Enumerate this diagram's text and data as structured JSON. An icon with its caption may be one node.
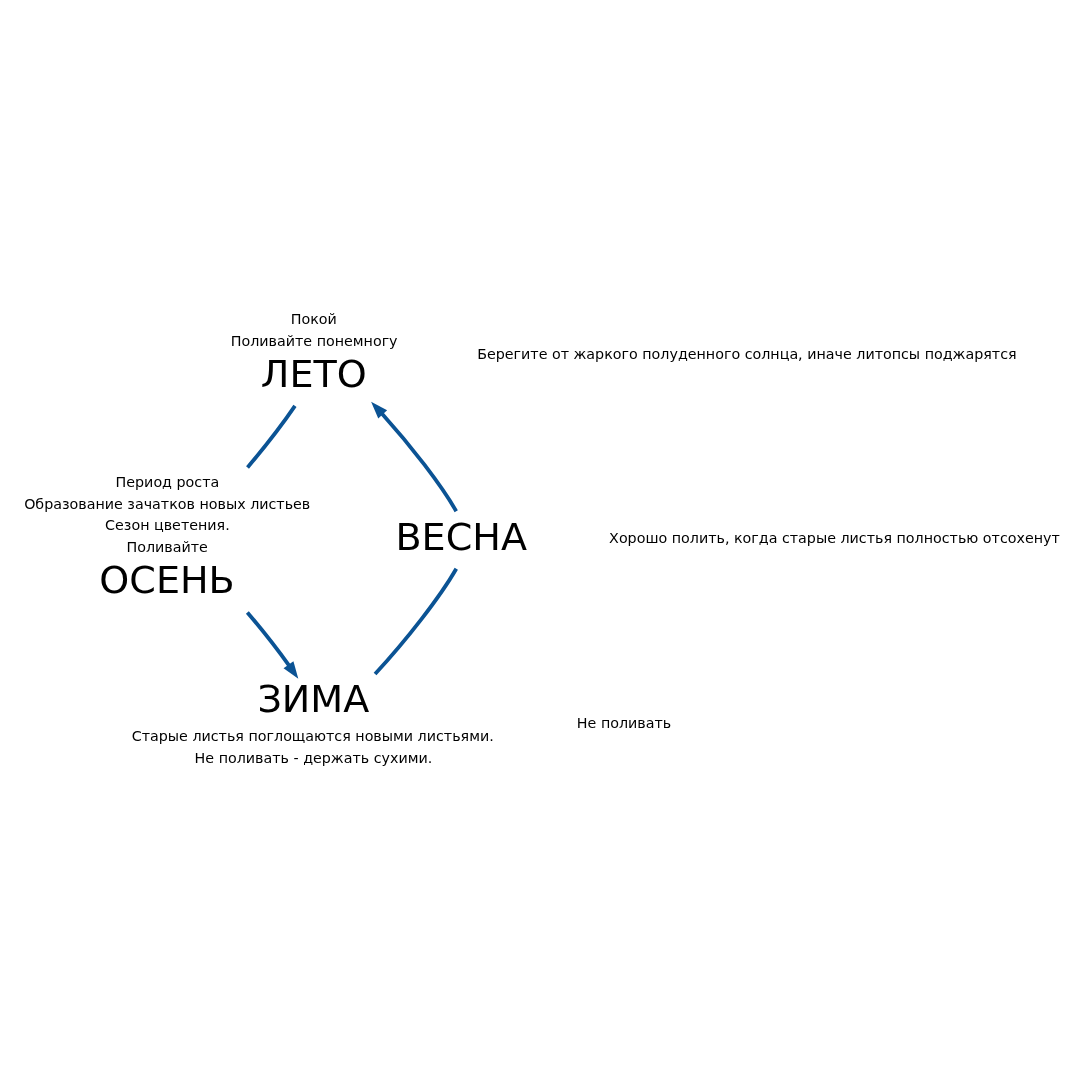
{
  "diagram": {
    "nodes": [
      {
        "text": [
          "ЛЕТО"
        ],
        "beside": [
          "Покой",
          "Поливайте понемногу"
        ]
      },
      {
        "text": [
          "ОСЕНЬ"
        ],
        "beside": [
          "Период роста",
          "Образование зачатков новых листьев",
          "Сезон цветения.",
          "Поливайте"
        ]
      },
      {
        "text": [
          "ВЕСНА"
        ]
      },
      {
        "text": [
          "ЗИМА"
        ],
        "beside": [
          "Старые листья поглощаются новыми листьями.",
          "Не поливать - держать сухими."
        ]
      }
    ],
    "edges": [
      {
        "from": 2,
        "to": 0,
        "arrow": "to"
      },
      {
        "from": 0,
        "to": 1,
        "arrow": "none"
      },
      {
        "from": 1,
        "to": 3,
        "arrow": "to"
      },
      {
        "from": 3,
        "to": 2,
        "arrow": "none"
      }
    ],
    "labels": [
      "Берегите от жаркого полуденного солнца, иначе литопсы поджарятся",
      "Хорошо полить, когда старые листья полностью отсохенут",
      "Не поливать"
    ]
  }
}
